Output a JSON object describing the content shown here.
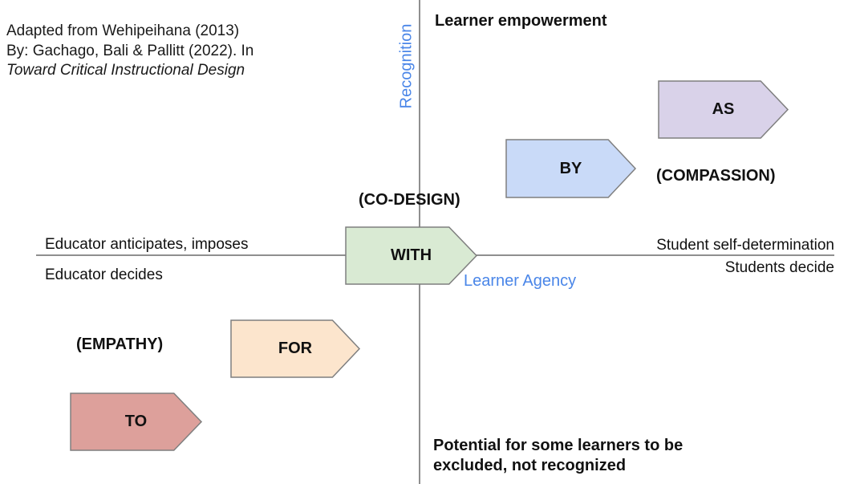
{
  "attribution": {
    "line1": "Adapted from Wehipeihana (2013)",
    "line2": "By: Gachago, Bali & Pallitt (2022). In",
    "line3": "Toward Critical Instructional Design"
  },
  "axes": {
    "vertical_label": "Recognition",
    "horizontal_label": "Learner Agency",
    "axis_color": "#8f8f8f",
    "label_color": "#4a86e8"
  },
  "quadrant_labels": {
    "top": "Learner empowerment",
    "bottom": "Potential for some learners to be\nexcluded, not recognized",
    "left_above_axis": "Educator anticipates, imposes",
    "left_below_axis": "Educator decides",
    "right_above_axis": "Student self-determination",
    "right_below_axis": "Students decide"
  },
  "annotations": {
    "empathy": "(EMPATHY)",
    "codesign": "(CO-DESIGN)",
    "compassion": "(COMPASSION)"
  },
  "arrows": [
    {
      "label": "TO",
      "fill": "#dda09b",
      "stroke": "#7f7f7f"
    },
    {
      "label": "FOR",
      "fill": "#fce5cd",
      "stroke": "#7f7f7f"
    },
    {
      "label": "WITH",
      "fill": "#d9ead3",
      "stroke": "#7f7f7f"
    },
    {
      "label": "BY",
      "fill": "#c9daf8",
      "stroke": "#7f7f7f"
    },
    {
      "label": "AS",
      "fill": "#d9d2e9",
      "stroke": "#7f7f7f"
    }
  ]
}
